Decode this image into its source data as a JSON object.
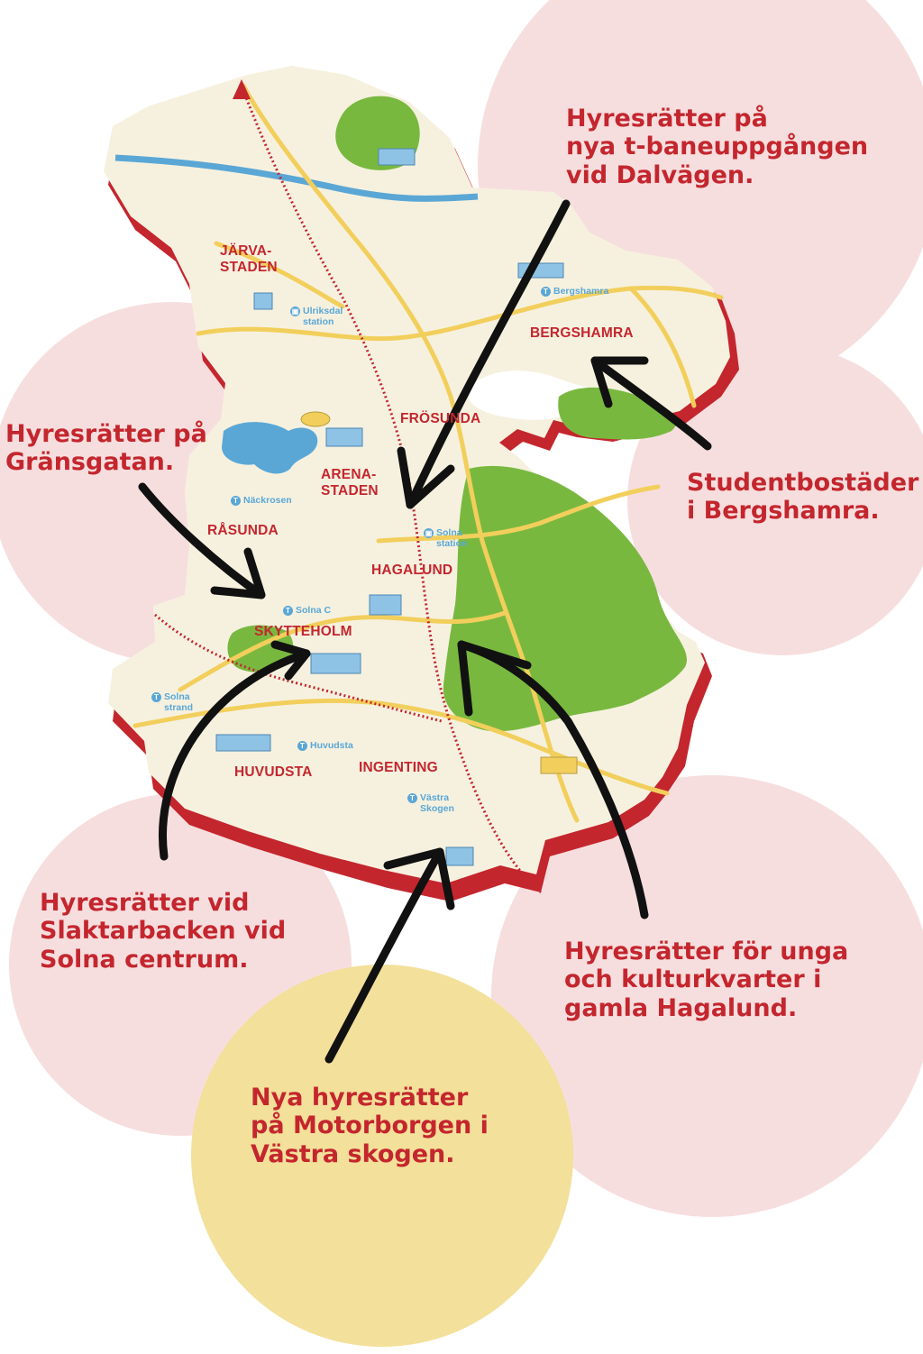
{
  "callouts": [
    {
      "id": "dalvagen",
      "lines": [
        "Hyresrätter på",
        "nya t-baneuppgången",
        "vid Dalvägen."
      ]
    },
    {
      "id": "gransgatan",
      "lines": [
        "Hyresrätter på",
        "Gränsgatan."
      ]
    },
    {
      "id": "bergshamra",
      "lines": [
        "Studentbostäder",
        "i Bergshamra."
      ]
    },
    {
      "id": "slaktarbacken",
      "lines": [
        "Hyresrätter vid",
        "Slaktarbacken vid",
        "Solna centrum."
      ]
    },
    {
      "id": "hagalund",
      "lines": [
        "Hyresrätter för unga",
        "och kulturkvarter i",
        "gamla Hagalund."
      ]
    },
    {
      "id": "motorborgen",
      "lines": [
        "Nya hyresrätter",
        "på Motorborgen i",
        "Västra skogen."
      ]
    }
  ],
  "areas": [
    {
      "id": "jarvastaden",
      "lines": [
        "JÄRVA-",
        "STADEN"
      ]
    },
    {
      "id": "bergshamra",
      "lines": [
        "BERGSHAMRA"
      ]
    },
    {
      "id": "frosunda",
      "lines": [
        "FRÖSUNDA"
      ]
    },
    {
      "id": "arenastaden",
      "lines": [
        "ARENA-",
        "STADEN"
      ]
    },
    {
      "id": "rasunda",
      "lines": [
        "RÅSUNDA"
      ]
    },
    {
      "id": "hagalund",
      "lines": [
        "HAGALUND"
      ]
    },
    {
      "id": "skytteholm",
      "lines": [
        "SKYTTEHOLM"
      ]
    },
    {
      "id": "huvudsta",
      "lines": [
        "HUVUDSTA"
      ]
    },
    {
      "id": "ingenting",
      "lines": [
        "INGENTING"
      ]
    }
  ],
  "stations": [
    {
      "id": "ulriksdal",
      "type": "train",
      "lines": [
        "Ulriksdal",
        "station"
      ]
    },
    {
      "id": "bergshamra",
      "type": "metro",
      "lines": [
        "Bergshamra"
      ]
    },
    {
      "id": "nackrosen",
      "type": "metro",
      "lines": [
        "Näckrosen"
      ]
    },
    {
      "id": "solna-station",
      "type": "train",
      "lines": [
        "Solna",
        "station"
      ]
    },
    {
      "id": "solna-c",
      "type": "metro",
      "lines": [
        "Solna C"
      ]
    },
    {
      "id": "solna-strand",
      "type": "metro",
      "lines": [
        "Solna",
        "strand"
      ]
    },
    {
      "id": "huvudsta",
      "type": "metro",
      "lines": [
        "Huvudsta"
      ]
    },
    {
      "id": "vastra-skogen",
      "type": "metro",
      "lines": [
        "Västra",
        "Skogen"
      ]
    }
  ],
  "icons": {
    "metro": "T",
    "train": "train-icon"
  },
  "colors": {
    "accent_red": "#c4262e",
    "circle_pink": "#f7dede",
    "circle_yellow": "#f3e09a",
    "land": "#f6f1df",
    "park": "#79b83f",
    "water": "#5aa7d6",
    "road": "#f2cf5c",
    "arrow": "#111111"
  }
}
